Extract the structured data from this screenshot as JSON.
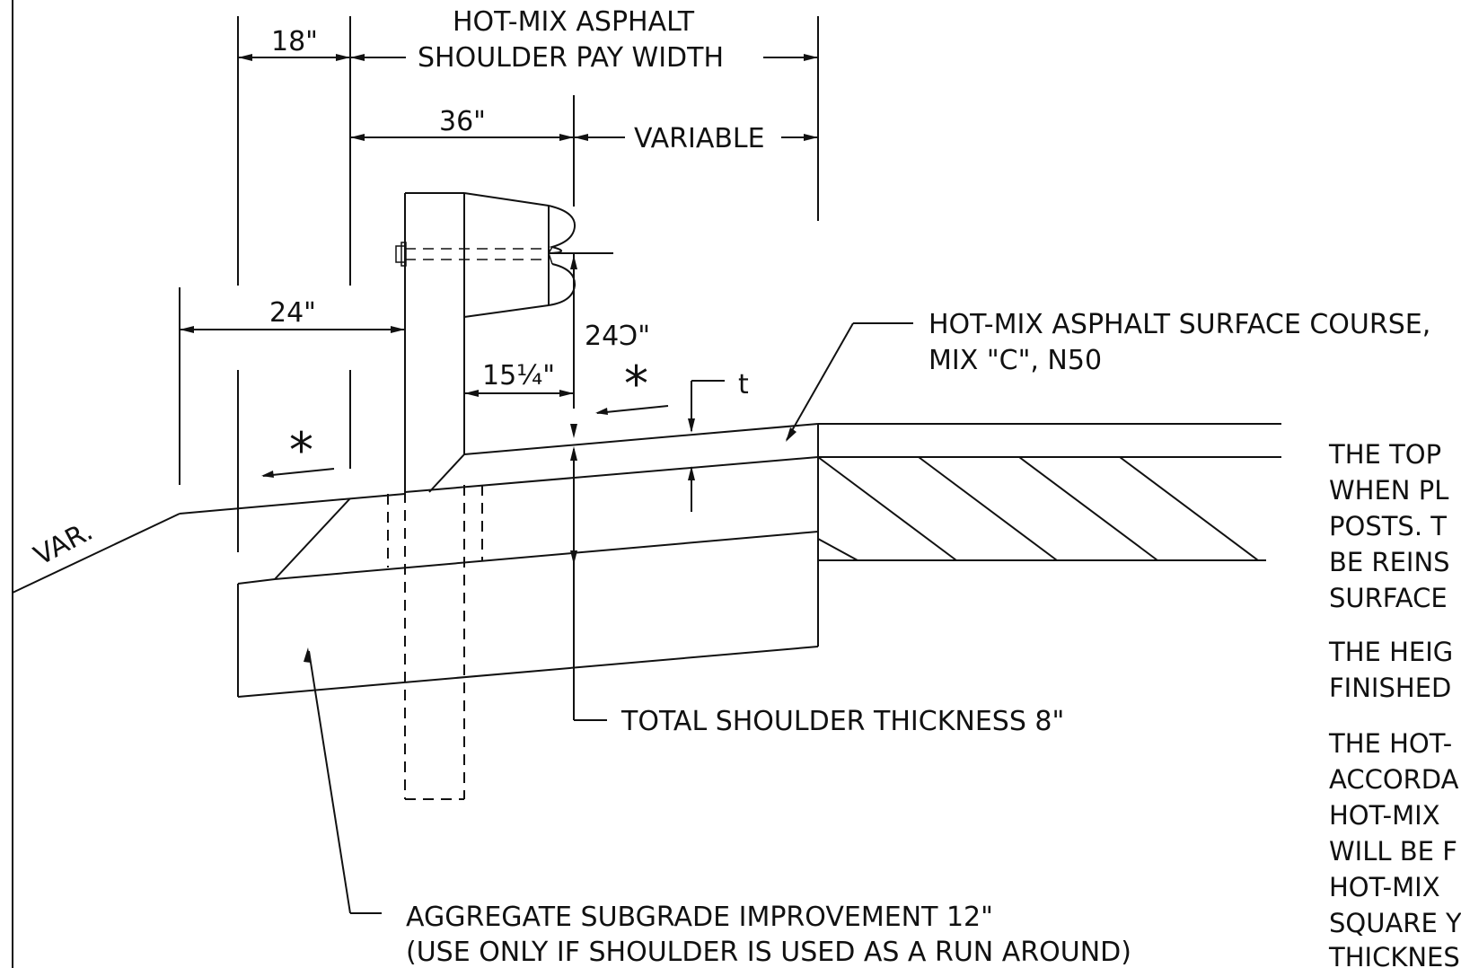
{
  "labels": {
    "dim_18": "18\"",
    "pay_width_line1": "HOT-MIX ASPHALT",
    "pay_width_line2": "SHOULDER PAY WIDTH",
    "dim_36": "36\"",
    "variable": "VARIABLE",
    "dim_24": "24\"",
    "dim_24c": "24Ↄ\"",
    "dim_15_25": "15¼\"",
    "asterisk_left": "*",
    "asterisk_right": "*",
    "t_label": "t",
    "var_slope": "VAR.",
    "surface_course_line1": "HOT-MIX ASPHALT SURFACE COURSE,",
    "surface_course_line2": "MIX \"C\", N50",
    "total_thickness": "TOTAL SHOULDER THICKNESS 8\"",
    "subgrade_line1": "AGGREGATE SUBGRADE IMPROVEMENT 12\"",
    "subgrade_line2": "(USE ONLY IF SHOULDER IS USED AS A RUN AROUND)"
  },
  "notes": {
    "note1": [
      "THE TOP",
      "WHEN PL",
      "POSTS.  T",
      "BE REINS",
      "SURFACE"
    ],
    "note2": [
      "THE HEIG",
      "FINISHED"
    ],
    "note3": [
      "THE HOT-",
      "ACCORDA",
      "HOT-MIX",
      "WILL BE F",
      "HOT-MIX",
      "SQUARE Y",
      "THICKNES"
    ]
  }
}
